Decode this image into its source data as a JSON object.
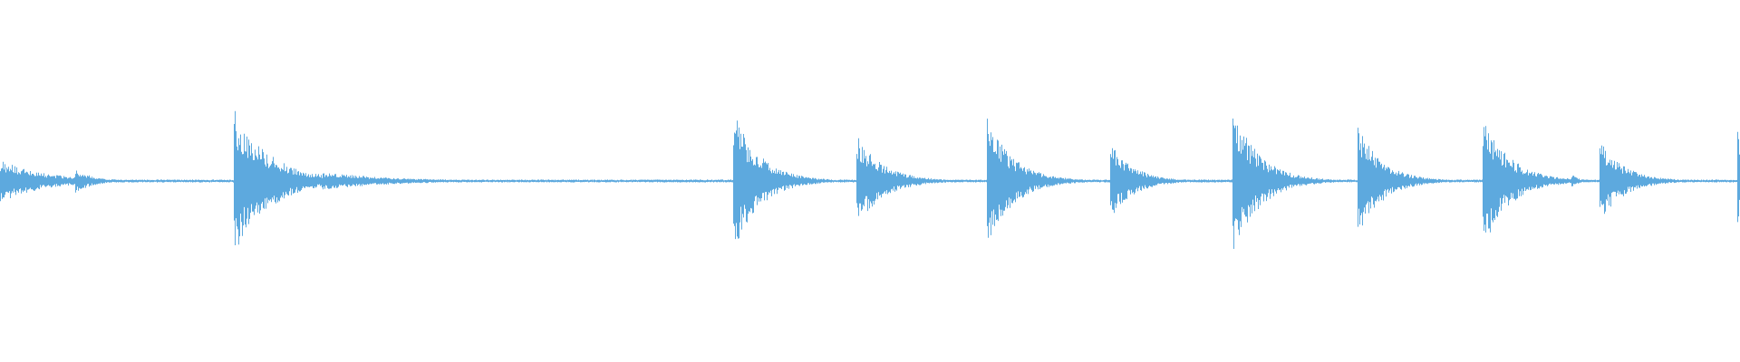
{
  "waveform": {
    "color": "#5DA9DE",
    "background": "#FFFFFF",
    "transients": [
      {
        "time_fraction": 0.0,
        "amplitude": 0.12,
        "decay": 0.025,
        "noise": 0.55
      },
      {
        "time_fraction": 0.043,
        "amplitude": 0.07,
        "decay": 0.01,
        "noise": 0.35
      },
      {
        "time_fraction": 0.134,
        "amplitude": 0.42,
        "decay": 0.02,
        "noise": 0.75
      },
      {
        "time_fraction": 0.154,
        "amplitude": 0.1,
        "decay": 0.03,
        "noise": 0.4
      },
      {
        "time_fraction": 0.185,
        "amplitude": 0.05,
        "decay": 0.04,
        "noise": 0.3
      },
      {
        "time_fraction": 0.421,
        "amplitude": 0.4,
        "decay": 0.015,
        "noise": 0.9
      },
      {
        "time_fraction": 0.492,
        "amplitude": 0.26,
        "decay": 0.015,
        "noise": 0.9
      },
      {
        "time_fraction": 0.567,
        "amplitude": 0.36,
        "decay": 0.015,
        "noise": 0.9
      },
      {
        "time_fraction": 0.638,
        "amplitude": 0.22,
        "decay": 0.013,
        "noise": 0.9
      },
      {
        "time_fraction": 0.708,
        "amplitude": 0.42,
        "decay": 0.015,
        "noise": 0.9
      },
      {
        "time_fraction": 0.78,
        "amplitude": 0.31,
        "decay": 0.014,
        "noise": 0.9
      },
      {
        "time_fraction": 0.852,
        "amplitude": 0.38,
        "decay": 0.015,
        "noise": 0.9
      },
      {
        "time_fraction": 0.903,
        "amplitude": 0.04,
        "decay": 0.004,
        "noise": 0.6
      },
      {
        "time_fraction": 0.919,
        "amplitude": 0.23,
        "decay": 0.014,
        "noise": 0.9
      },
      {
        "time_fraction": 0.998,
        "amplitude": 0.38,
        "decay": 0.003,
        "noise": 0.9
      }
    ],
    "noise_floor": 0.008
  }
}
